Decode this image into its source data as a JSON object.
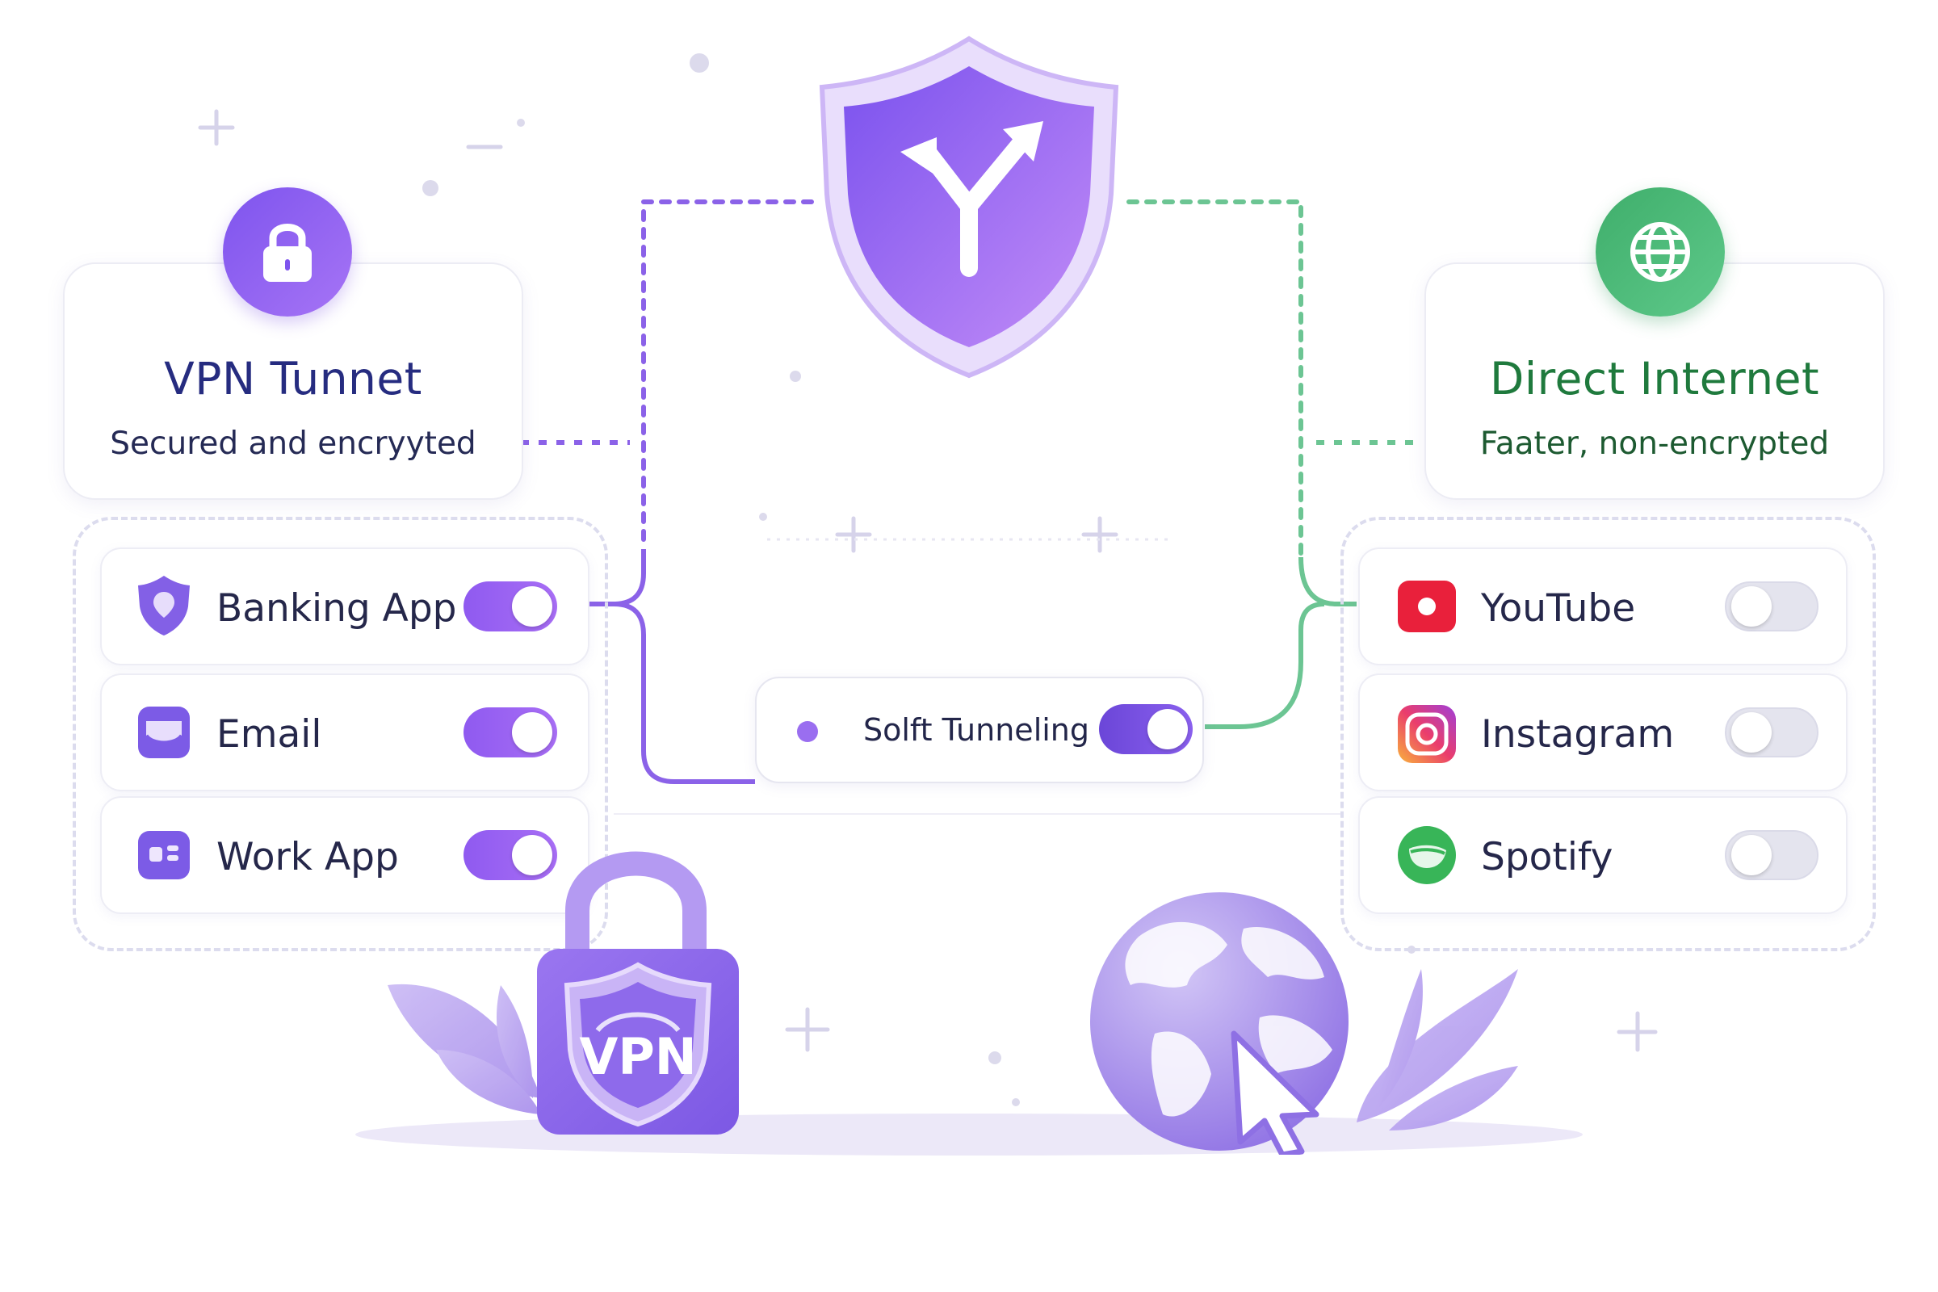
{
  "vpn_panel": {
    "title": "VPN Tunnet",
    "subtitle": "Secured and encryyted",
    "badge_icon": "padlock-icon",
    "color": "#2a2f82"
  },
  "direct_panel": {
    "title": "Direct Internet",
    "subtitle": "Faater, non-encrypted",
    "badge_icon": "globe-icon",
    "color": "#1f7a3d"
  },
  "center": {
    "shield_icon": "split-arrow-shield-icon",
    "control_label": "Solft Tunneling",
    "enabled": true
  },
  "vpn_apps": [
    {
      "label": "Banking App",
      "icon": "shield-icon",
      "enabled": true
    },
    {
      "label": "Email",
      "icon": "mail-icon",
      "enabled": true
    },
    {
      "label": "Work App",
      "icon": "work-app-icon",
      "enabled": true
    }
  ],
  "direct_apps": [
    {
      "label": "YouTube",
      "icon": "youtube-icon",
      "enabled": false
    },
    {
      "label": "Instagram",
      "icon": "instagram-icon",
      "enabled": false
    },
    {
      "label": "Spotify",
      "icon": "spotify-icon",
      "enabled": false
    }
  ],
  "illustrations": {
    "lock_text": "VPN",
    "lock_icon": "vpn-padlock-illustration",
    "globe_icon": "globe-cursor-illustration"
  },
  "colors": {
    "vpn_accent": "#8b5cf6",
    "direct_accent": "#5fc48a",
    "toggle_on": "#9b63f3",
    "toggle_off": "#e4e4ee"
  }
}
